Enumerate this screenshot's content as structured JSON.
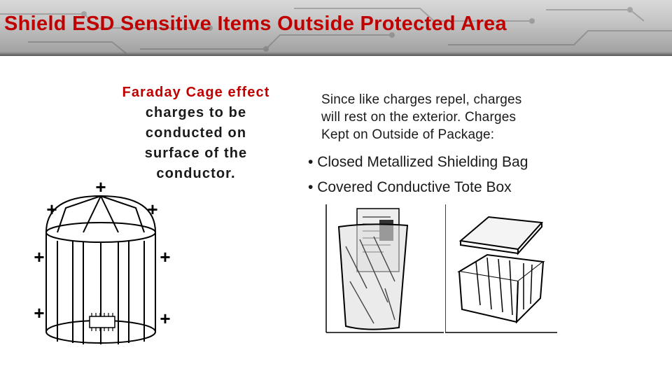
{
  "slide": {
    "title": "Shield ESD Sensitive Items Outside Protected Area",
    "faraday": {
      "line1": "Faraday Cage effect",
      "lines": [
        "charges to be",
        "conducted on",
        "surface of the",
        "conductor."
      ]
    },
    "explanation": {
      "lines": [
        "Since like charges repel, charges",
        "will rest on the exterior.  Charges",
        "Kept on Outside of Package:"
      ]
    },
    "bullets": [
      {
        "marker": "•",
        "text": "Closed Metallized Shielding Bag"
      },
      {
        "marker": "•",
        "text": "Covered Conductive Tote Box"
      }
    ],
    "cage_charges": [
      "+",
      "+",
      "+",
      "+",
      "+",
      "+",
      "+"
    ],
    "colors": {
      "title": "#c00000",
      "text": "#1a1a1a",
      "header_band": "#bfbfbf"
    }
  }
}
